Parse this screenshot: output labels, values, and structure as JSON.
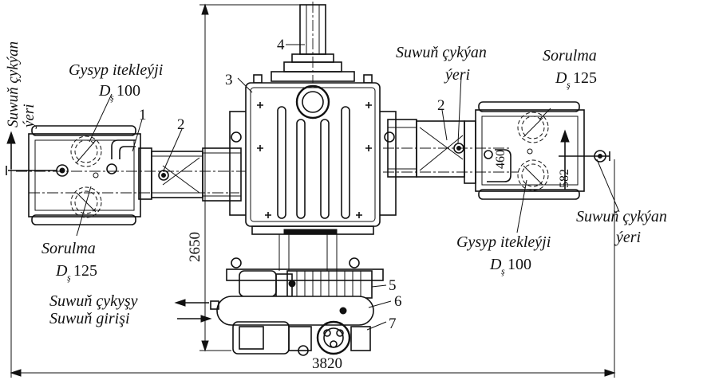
{
  "labels": {
    "water_outlet_place": "Suwuň çykýan ýeri",
    "water_outlet_place_line1": "Suwuň çykýan",
    "water_outlet_place_line2": "ýeri",
    "discharge_pressure_name": "Gysyp itekleýji",
    "discharge_pressure_dia": "100",
    "suction_name": "Sorulma",
    "suction_dia": "125",
    "dia_symbol": "D",
    "dia_subscript": "ş",
    "water_out": "Suwuň çykyşy",
    "water_in": "Suwuň girişi"
  },
  "callouts": [
    "1",
    "2",
    "3",
    "4",
    "5",
    "6",
    "7"
  ],
  "dimensions": {
    "overall_width": "3820",
    "overall_height": "2650",
    "dim_460": "460",
    "dim_582": "582"
  }
}
